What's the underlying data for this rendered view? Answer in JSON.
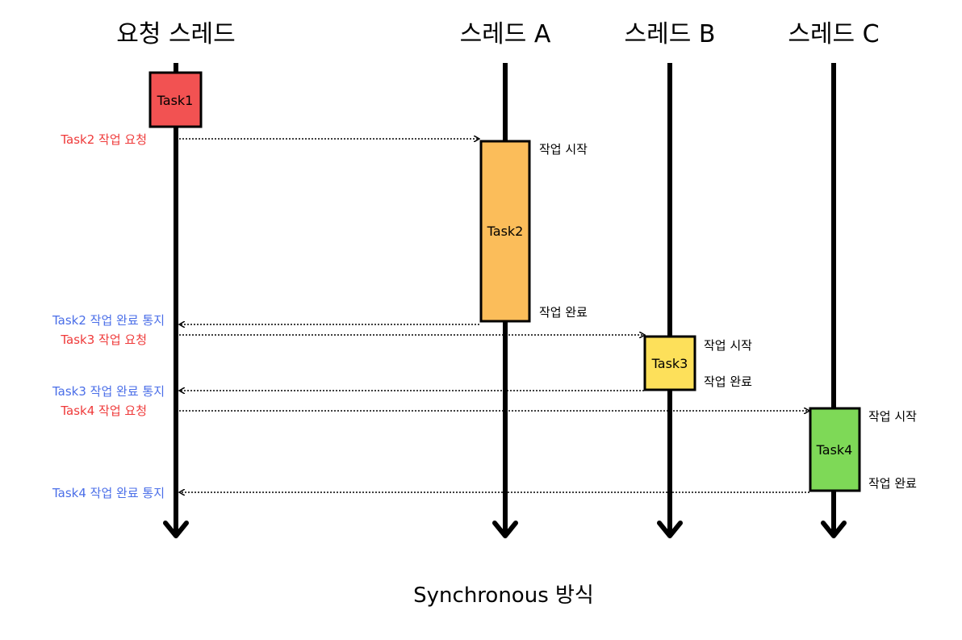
{
  "headers": {
    "request_thread": "요청 스레드",
    "thread_a": "스레드 A",
    "thread_b": "스레드 B",
    "thread_c": "스레드 C"
  },
  "tasks": {
    "task1": {
      "label": "Task1",
      "color": "#f25252"
    },
    "task2": {
      "label": "Task2",
      "color": "#fbbd5a"
    },
    "task3": {
      "label": "Task3",
      "color": "#fde05a"
    },
    "task4": {
      "label": "Task4",
      "color": "#7ed957"
    }
  },
  "notes": {
    "a_start": "작업 시작",
    "a_done": "작업 완료",
    "b_start": "작업 시작",
    "b_done": "작업 완료",
    "c_start": "작업 시작",
    "c_done": "작업 완료"
  },
  "messages": {
    "task2_request": "Task2 작업 요청",
    "task2_done": "Task2 작업 완료 통지",
    "task3_request": "Task3 작업 요청",
    "task3_done": "Task3 작업 완료 통지",
    "task4_request": "Task4 작업 요청",
    "task4_done": "Task4 작업 완료 통지"
  },
  "colors": {
    "request_text": "#ef3a3a",
    "done_text": "#4a6ee8"
  },
  "caption": "Synchronous 방식"
}
